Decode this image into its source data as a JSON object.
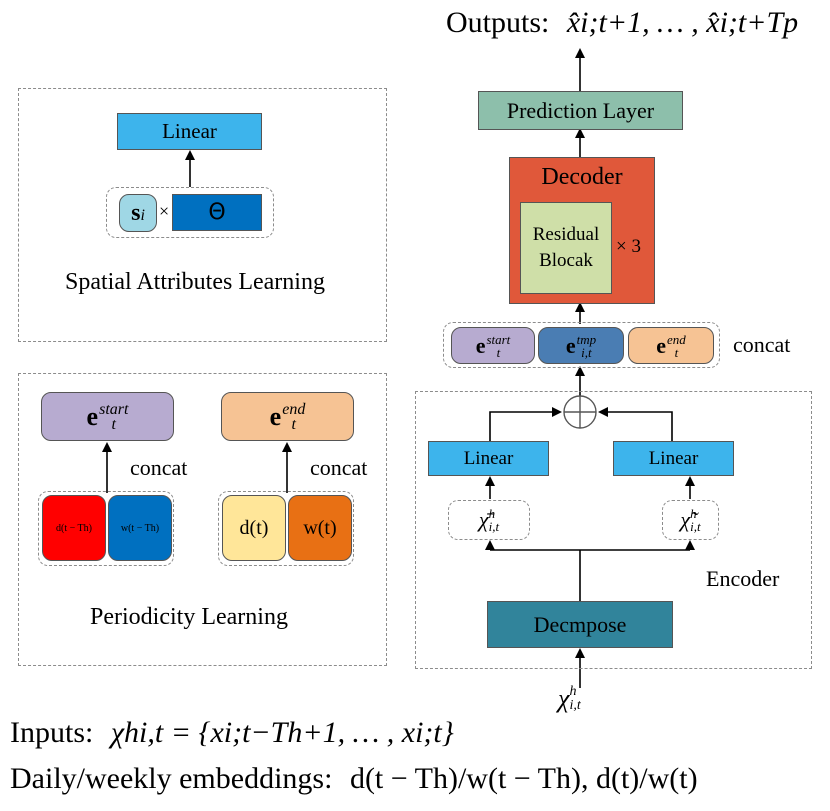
{
  "outputs": {
    "label": "Outputs:",
    "expr": "x̂i;t+1, … , x̂i;t+Tp"
  },
  "prediction_layer": "Prediction Layer",
  "decoder": {
    "title": "Decoder",
    "block": "Residual Blocak",
    "repeat": "× 3"
  },
  "concat_row": {
    "start": "e",
    "start_sup": "start",
    "start_sub": "t",
    "tmp": "e",
    "tmp_sup": "tmp",
    "tmp_sub": "i,t",
    "end": "e",
    "end_sup": "end",
    "end_sub": "t",
    "label": "concat"
  },
  "encoder": {
    "label": "Encoder",
    "linear_left": "Linear",
    "linear_right": "Linear",
    "bar_x": "χ̄",
    "tilde_x": "χ̃",
    "x_sup": "h",
    "x_sub": "i,t",
    "decompose": "Decmpose"
  },
  "input_x": {
    "base": "χ",
    "sup": "h",
    "sub": "i,t"
  },
  "spatial": {
    "linear": "Linear",
    "s": "s",
    "s_sub": "i",
    "times": "×",
    "theta": "Θ",
    "caption": "Spatial Attributes Learning"
  },
  "periodicity": {
    "start_base": "e",
    "start_sup": "start",
    "start_sub": "t",
    "end_base": "e",
    "end_sup": "end",
    "end_sub": "t",
    "concat": "concat",
    "d_lag": "d(t − Th)",
    "w_lag": "w(t − Th)",
    "d_now": "d(t)",
    "w_now": "w(t)",
    "caption": "Periodicity Learning"
  },
  "bottom": {
    "inputs_label": "Inputs:",
    "inputs_expr": "χhi,t = {xi;t−Th+1, … , xi;t}",
    "embed_label": "Daily/weekly embeddings:",
    "embed_expr": "d(t − Th)/w(t − Th),  d(t)/w(t)"
  },
  "colors": {
    "linear": "#3db4ec",
    "prediction": "#8dbfab",
    "decoder": "#e0583a",
    "residual": "#cfdfa8",
    "start": "#b7abd0",
    "tmp": "#4a7db3",
    "end": "#f6c394",
    "decompose": "#31849b",
    "red": "#ff0000",
    "blue": "#0070c0",
    "yellow": "#ffe699",
    "orange": "#e87014",
    "s_box": "#9fd7e5",
    "theta": "#0070c0"
  }
}
